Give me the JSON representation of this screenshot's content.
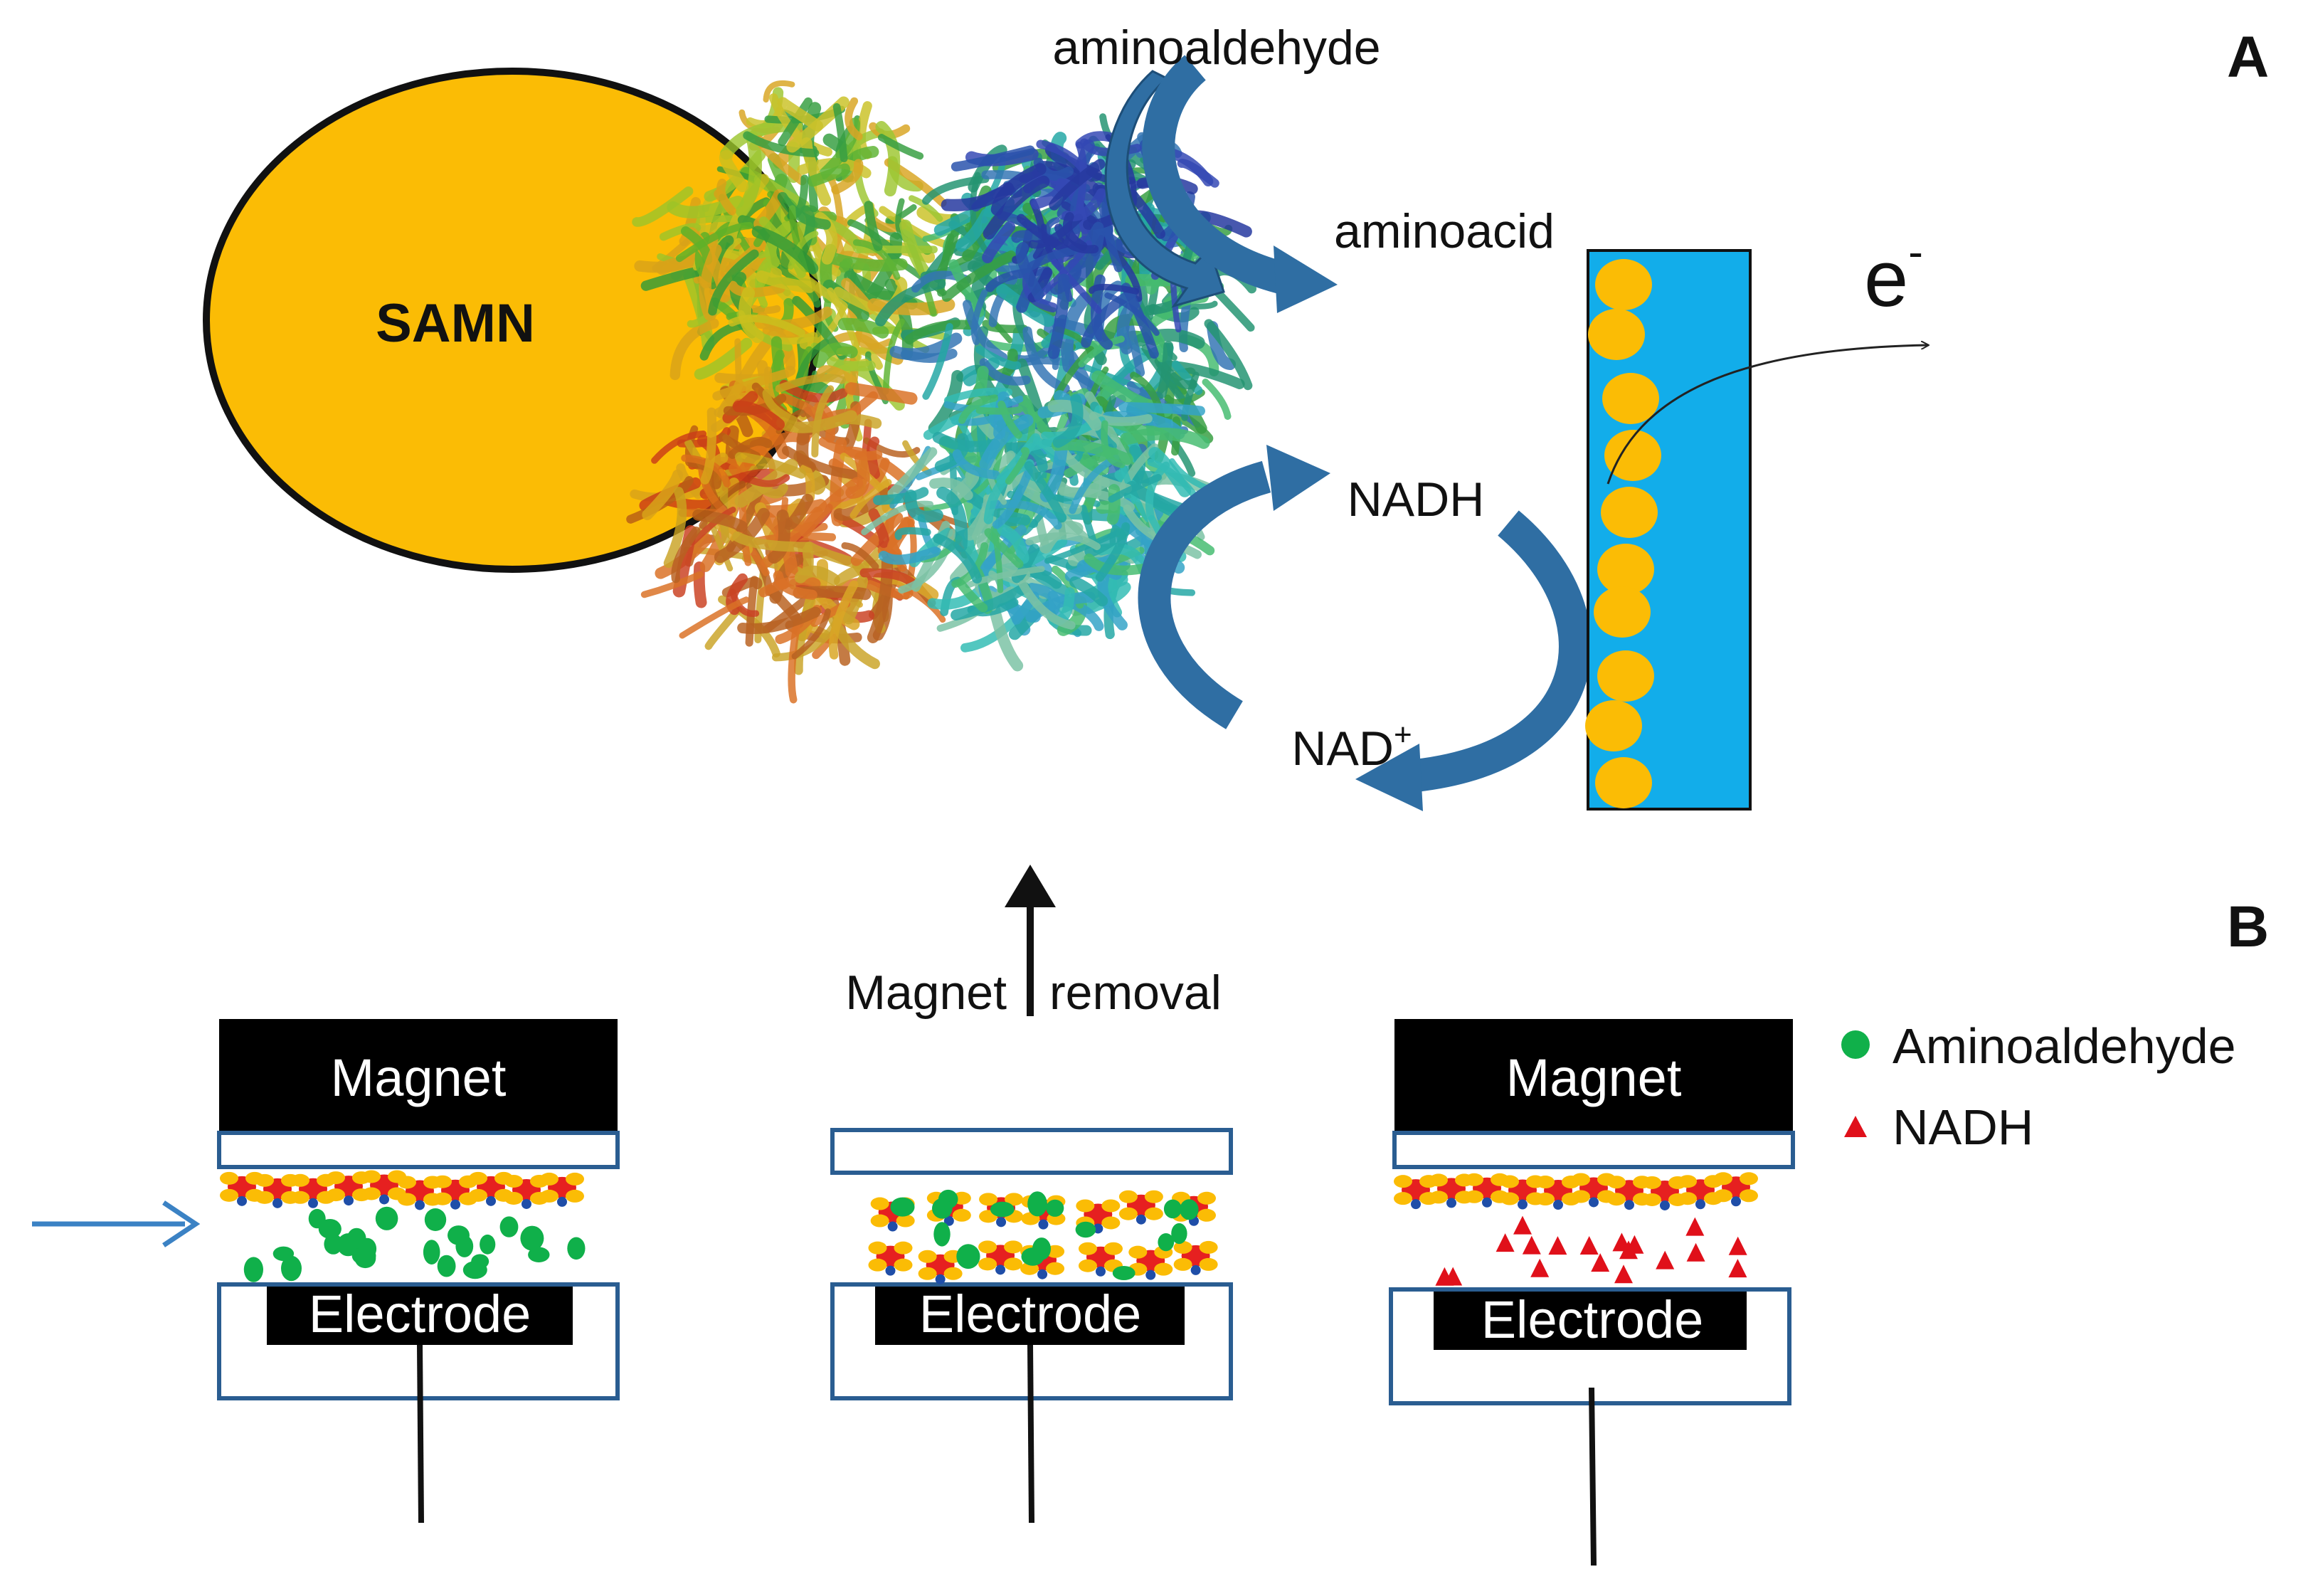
{
  "figure": {
    "panel_a": {
      "letter": "A",
      "nanoparticle_label": "SAMN",
      "substrate_label": "aminoaldehyde",
      "product_label": "aminoacid",
      "nadh_label": "NADH",
      "nad_label": "NAD",
      "nad_charge": "+",
      "electron_label": "e",
      "electron_charge": "-"
    },
    "panel_b": {
      "letter": "B",
      "magnet_label": "Magnet",
      "electrode_label": "Electrode",
      "removal_word1": "Magnet",
      "removal_word2": "removal",
      "legend": [
        {
          "label": "Aminoaldehyde",
          "marker": "circle",
          "color": "#10b04a"
        },
        {
          "label": "NADH",
          "marker": "triangle",
          "color": "#e0101a"
        }
      ]
    },
    "colors": {
      "samn_fill": "#fbbc05",
      "electrode_bar": "#12adea",
      "arrow_blue": "#2f6ea3",
      "cell_outline": "#2a5d91",
      "flow_arrow": "#3b82c4"
    }
  }
}
